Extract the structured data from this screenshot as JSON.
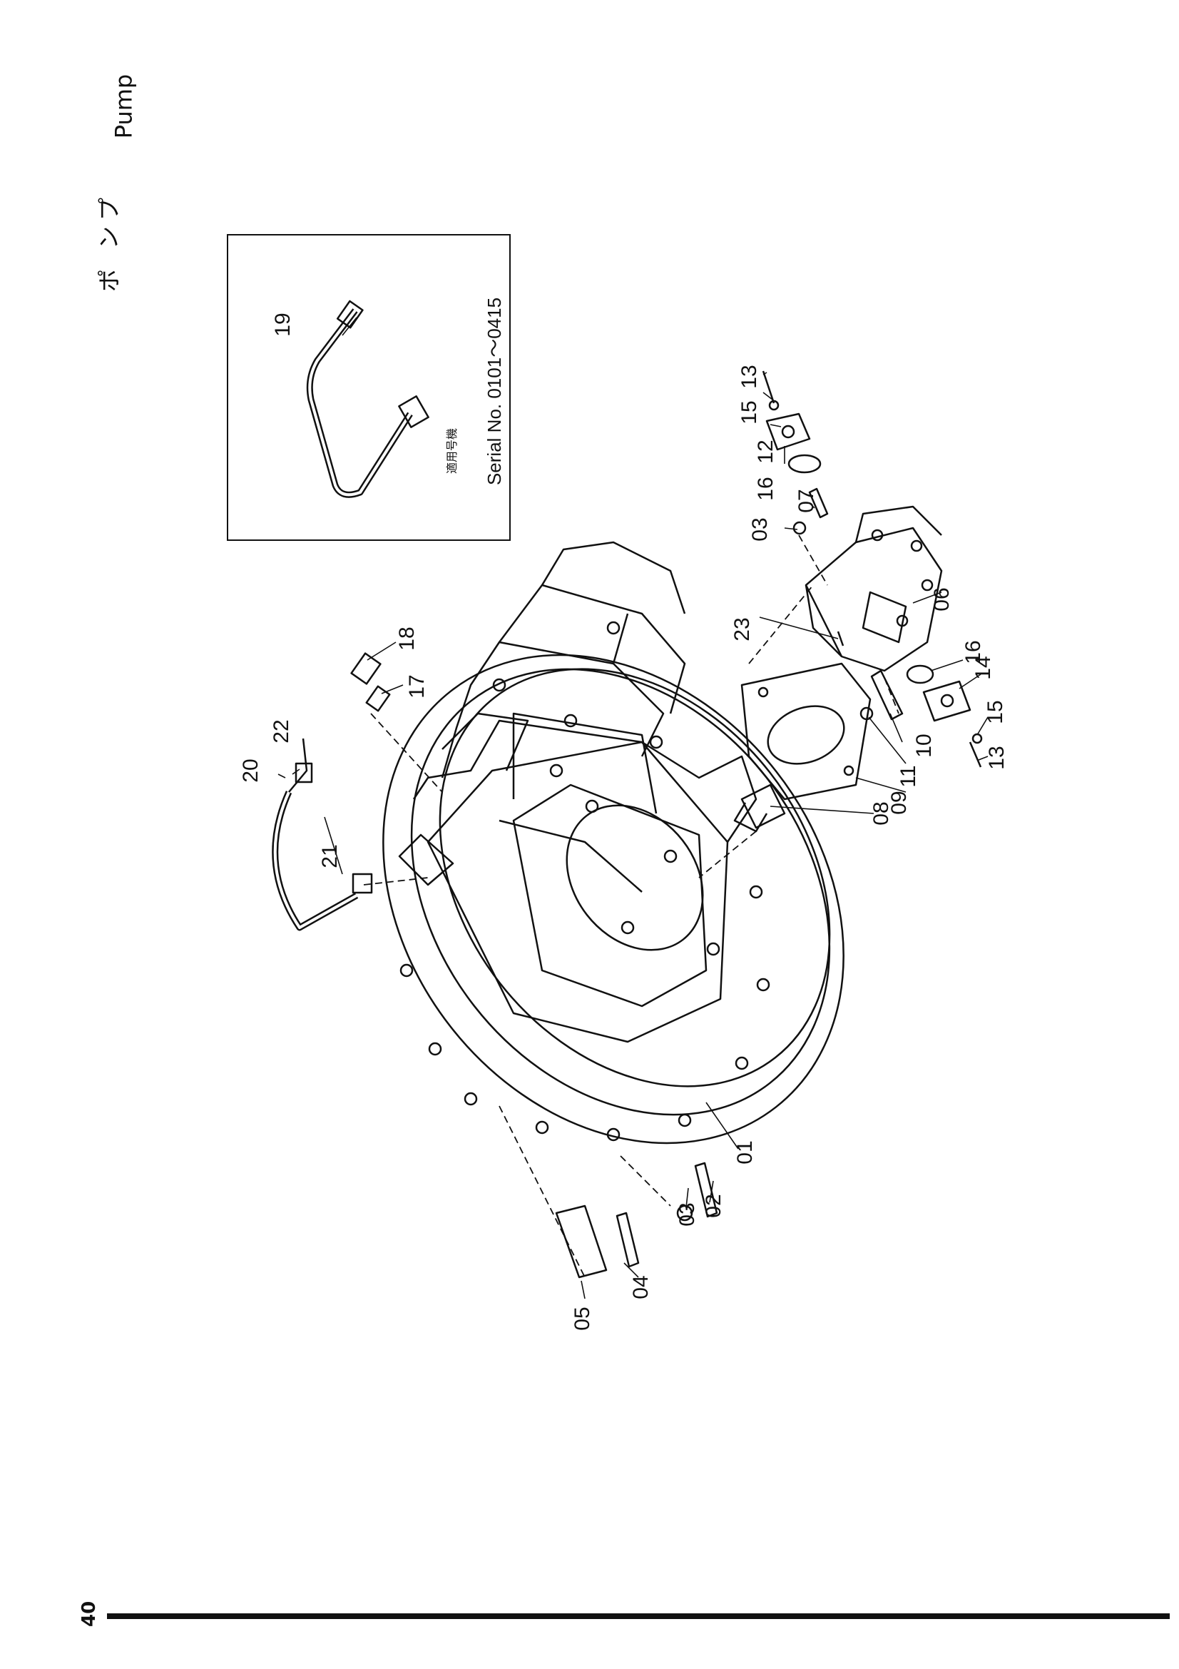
{
  "page": {
    "title_jp": [
      "ポ",
      "ン",
      "プ"
    ],
    "title_en": "Pump",
    "page_number": "40"
  },
  "inset": {
    "part": "19",
    "serial_label_jp": "適用号機",
    "serial_label_en": "Serial No. 0101～0415"
  },
  "callouts": [
    "01",
    "02",
    "03",
    "04",
    "05",
    "06",
    "07",
    "08",
    "09",
    "10",
    "11",
    "12",
    "13",
    "14",
    "15",
    "16",
    "17",
    "18",
    "19",
    "20",
    "21",
    "22",
    "23"
  ],
  "colors": {
    "ink": "#111111",
    "paper": "#ffffff"
  }
}
